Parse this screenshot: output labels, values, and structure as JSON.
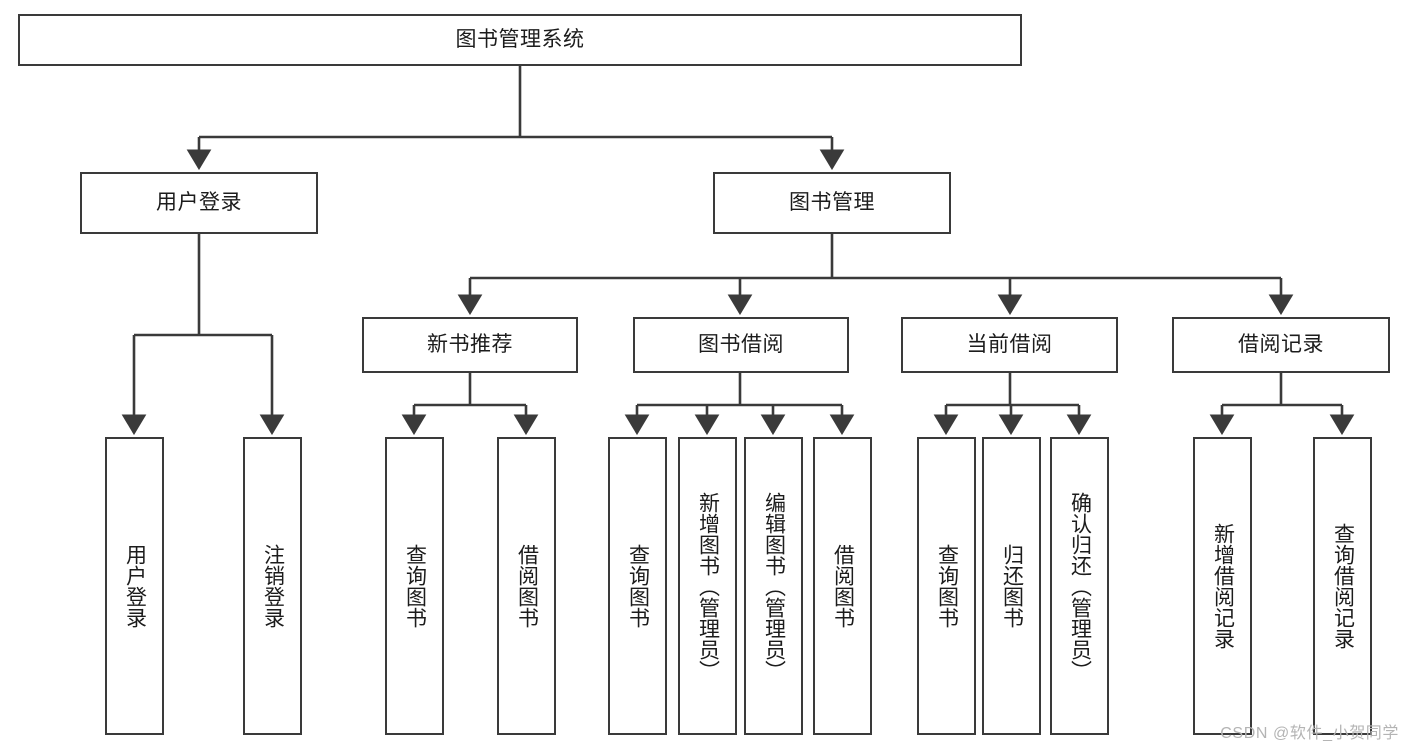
{
  "diagram": {
    "title": "图书管理系统",
    "type": "tree-hierarchy-diagram",
    "colors": {
      "stroke": "#3a3a3a",
      "fill": "#ffffff",
      "text": "#1c1c1c",
      "watermark": "#b4b4b4"
    },
    "root": {
      "label": "图书管理系统"
    },
    "level2": [
      {
        "label": "用户登录"
      },
      {
        "label": "图书管理"
      }
    ],
    "level3": [
      {
        "label": "新书推荐"
      },
      {
        "label": "图书借阅"
      },
      {
        "label": "当前借阅"
      },
      {
        "label": "借阅记录"
      }
    ],
    "leaves": {
      "user_login": [
        {
          "label": "用户登录"
        },
        {
          "label": "注销登录"
        }
      ],
      "new_book_recommend": [
        {
          "label": "查询图书"
        },
        {
          "label": "借阅图书"
        }
      ],
      "book_borrow": [
        {
          "label": "查询图书"
        },
        {
          "label": "新增图书（管理员）"
        },
        {
          "label": "编辑图书（管理员）"
        },
        {
          "label": "借阅图书"
        }
      ],
      "current_borrow": [
        {
          "label": "查询图书"
        },
        {
          "label": "归还图书"
        },
        {
          "label": "确认归还（管理员）"
        }
      ],
      "borrow_record": [
        {
          "label": "新增借阅记录"
        },
        {
          "label": "查询借阅记录"
        }
      ]
    }
  },
  "watermark": {
    "text": "CSDN @软件_小贺同学"
  }
}
